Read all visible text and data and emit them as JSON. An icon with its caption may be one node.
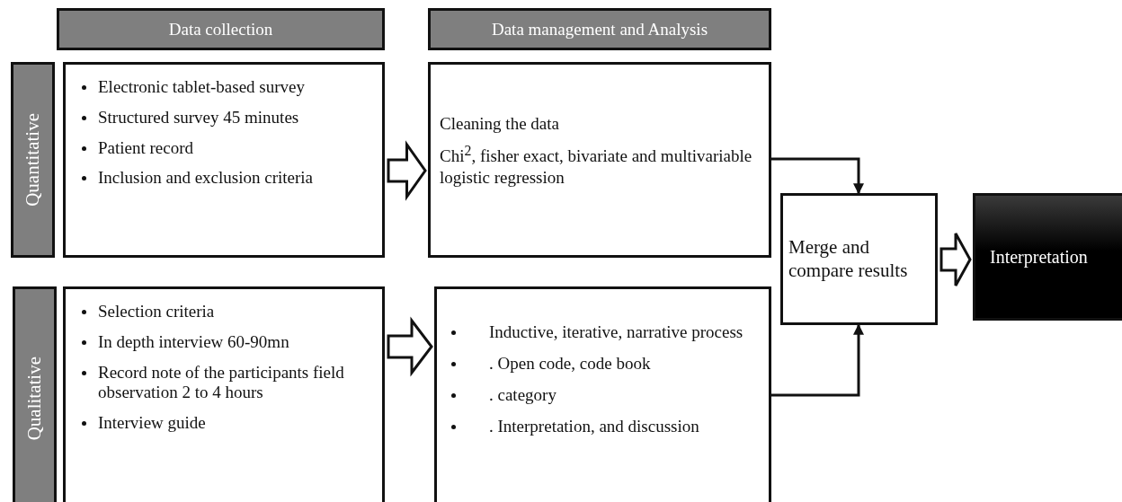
{
  "diagram": {
    "nodes": [
      {
        "text": [
          "Data collection"
        ]
      },
      {
        "text": [
          "Data management and Analysis"
        ]
      },
      {
        "text": [
          "Quantitative"
        ]
      },
      {
        "text": [
          "Electronic tablet-based survey",
          "Structured survey 45 minutes",
          "Patient record",
          "Inclusion and exclusion criteria"
        ]
      },
      {
        "text": [
          "Cleaning the data",
          "Chi$^{2}$, fisher exact, bivariate and multivariable logistic regression"
        ]
      },
      {
        "text": [
          "Qualitative"
        ]
      },
      {
        "text": [
          "Selection criteria",
          "In depth interview 60-90mn",
          "Record note of the participants field observation 2 to 4 hours",
          "Interview guide"
        ]
      },
      {
        "text": [
          "Inductive, iterative, narrative process",
          ". Open code, code book",
          ". category",
          ". Interpretation, and discussion"
        ]
      },
      {
        "text": [
          "Merge and compare results"
        ]
      },
      {
        "text": [
          "Interpretation"
        ]
      }
    ],
    "edges": [
      {
        "from": 3,
        "to": 4,
        "arrow": "to",
        "style": "thick"
      },
      {
        "from": 6,
        "to": 7,
        "arrow": "to",
        "style": "thick"
      },
      {
        "from": 4,
        "to": 8,
        "arrow": "to"
      },
      {
        "from": 7,
        "to": 8,
        "arrow": "to"
      },
      {
        "from": 8,
        "to": 9,
        "arrow": "to",
        "style": "thick"
      }
    ]
  }
}
